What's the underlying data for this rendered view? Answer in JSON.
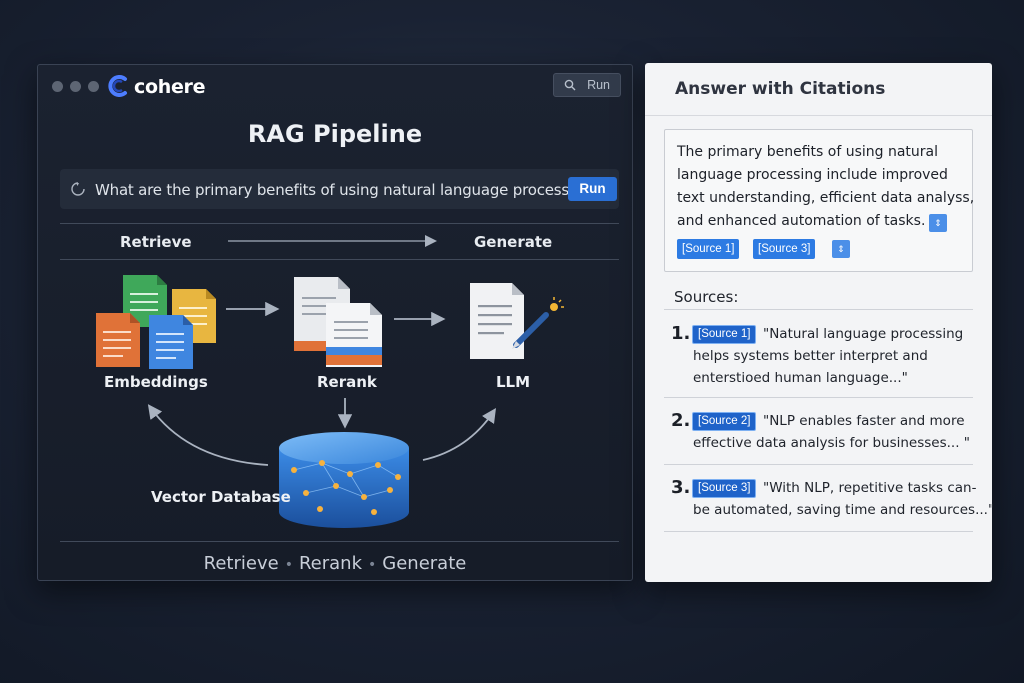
{
  "window": {
    "brand": "cohere",
    "top_run_label": "Run",
    "title": "RAG Pipeline",
    "query": {
      "text": "What are the primary benefits of using natural language processing?",
      "run_label": "Run"
    },
    "stages": {
      "left": "Retrieve",
      "right": "Generate"
    },
    "nodes": {
      "embeddings": "Embeddings",
      "rerank": "Rerank",
      "llm": "LLM",
      "vector_db": "Vector Database"
    },
    "footer": {
      "step1": "Retrieve",
      "step2": "Rerank",
      "step3": "Generate",
      "separator": "•"
    }
  },
  "panel": {
    "title": "Answer with Citations",
    "answer_lines": [
      "The primary benefits of using natural",
      "language processing include improved",
      "text understanding, efficient data analyss,",
      "and enhanced automation of tasks."
    ],
    "citation_chips": [
      "[Source 1]",
      "[Source 3]"
    ],
    "sources_label": "Sources:",
    "sources": [
      {
        "num": "1.",
        "badge": "[Source 1]",
        "line1": "\"Natural language processing",
        "line2": "helps systems better interpret and",
        "line3": "enterstioed human language...\""
      },
      {
        "num": "2.",
        "badge": "[Source 2]",
        "line1": "\"NLP enables faster and more",
        "line2": "effective data analysis for businesses... \""
      },
      {
        "num": "3.",
        "badge": "[Source 3]",
        "line1": "\"With NLP, repetitive tasks can-",
        "line2": "be automated, saving time and resources...\""
      }
    ]
  },
  "colors": {
    "accent": "#2a6fd4",
    "badge": "#1f63c9",
    "panel_bg": "#f3f4f6",
    "window_bg": "#1b2230"
  }
}
